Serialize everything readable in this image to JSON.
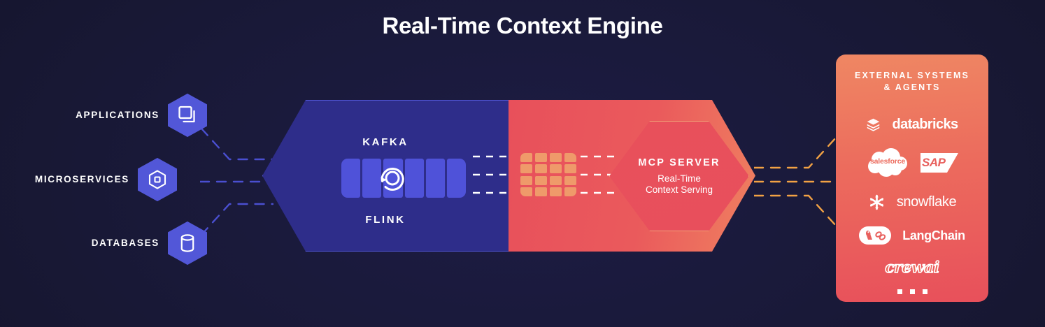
{
  "title": "Real-Time Context Engine",
  "sources": [
    {
      "label": "APPLICATIONS",
      "icon": "app-windows-icon"
    },
    {
      "label": "MICROSERVICES",
      "icon": "hexagon-node-icon"
    },
    {
      "label": "DATABASES",
      "icon": "database-cylinder-icon"
    }
  ],
  "stream_stage": {
    "top_label": "KAFKA",
    "bottom_label": "FLINK",
    "icon": "stream-loop-icon",
    "segment_count": 6,
    "color": "#2e2d8a",
    "accent": "#5257d8"
  },
  "serving_stage": {
    "title": "MCP SERVER",
    "subtitle_line1": "Real-Time",
    "subtitle_line2": "Context Serving",
    "grid_icon": "data-grid-icon",
    "color": "#e8505b",
    "accent": "#ef9a6a"
  },
  "external": {
    "title_line1": "EXTERNAL SYSTEMS",
    "title_line2": "& AGENTS",
    "logos": [
      {
        "name": "databricks",
        "icon": "databricks-layers-icon"
      },
      {
        "name": "salesforce",
        "icon": "salesforce-cloud-icon"
      },
      {
        "name": "SAP",
        "icon": "sap-mark-icon"
      },
      {
        "name": "snowflake",
        "icon": "snowflake-flake-icon"
      },
      {
        "name": "LangChain",
        "icon": "langchain-parrot-icon"
      },
      {
        "name": "crewai",
        "icon": "crewai-script-icon"
      }
    ],
    "more_indicator": "• • •",
    "gradient_from": "#ef8763",
    "gradient_to": "#e8505b"
  },
  "colors": {
    "background": "#191938",
    "blue": "#2e2d8a",
    "blue_accent": "#5257d8",
    "red": "#e8505b",
    "orange": "#ef9a6a",
    "text": "#ffffff"
  }
}
